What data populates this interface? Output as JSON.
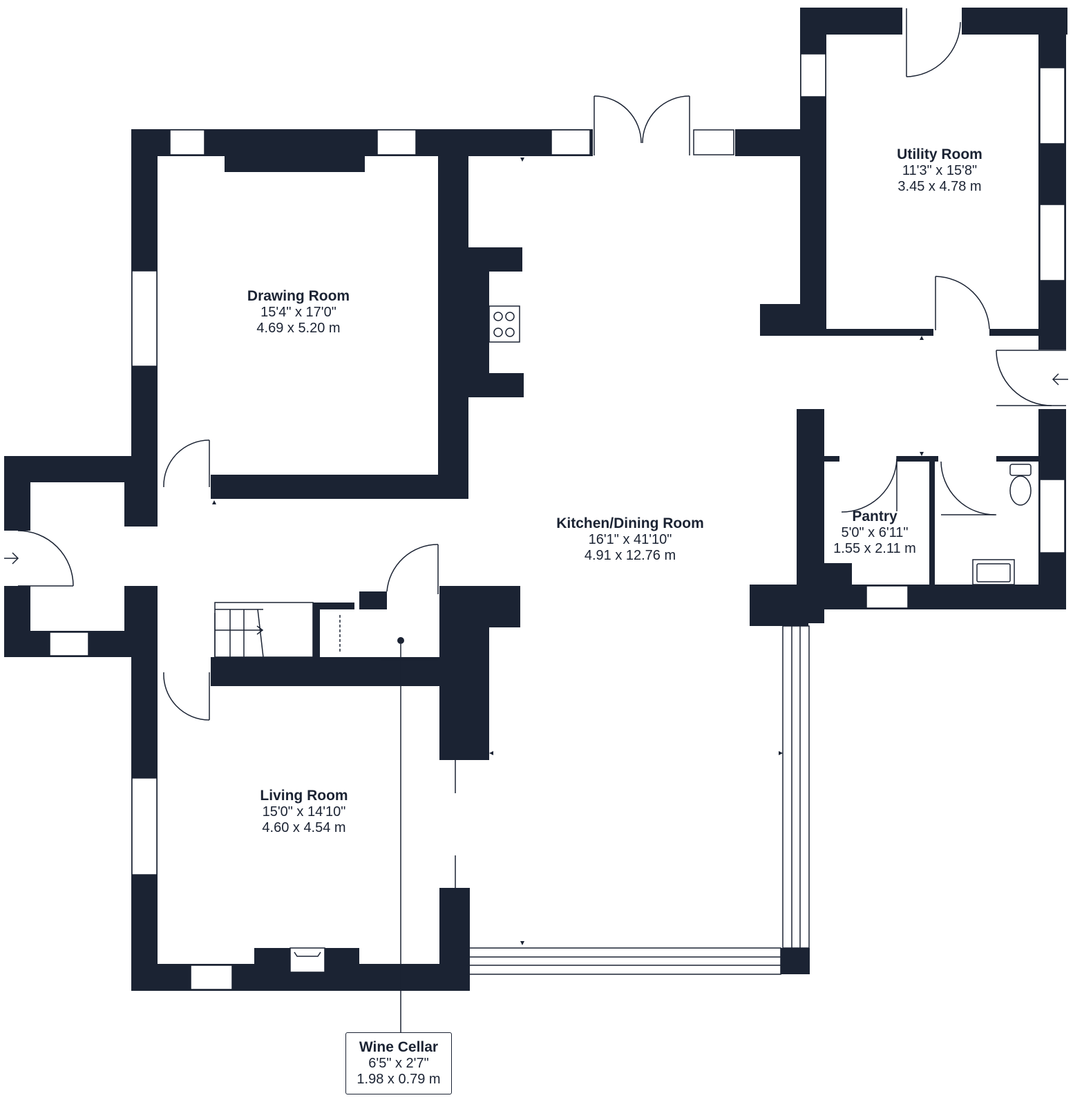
{
  "colors": {
    "wall": "#1b2333",
    "background": "#ffffff"
  },
  "rooms": [
    {
      "id": "drawing-room",
      "name": "Drawing Room",
      "imperial": "15'4\" x 17'0\"",
      "metric": "4.69 x 5.20 m"
    },
    {
      "id": "kitchen-dining-room",
      "name": "Kitchen/Dining Room",
      "imperial": "16'1\" x 41'10\"",
      "metric": "4.91 x 12.76 m"
    },
    {
      "id": "utility-room",
      "name": "Utility Room",
      "imperial": "11'3\" x 15'8\"",
      "metric": "3.45 x 4.78 m"
    },
    {
      "id": "pantry",
      "name": "Pantry",
      "imperial": "5'0\" x 6'11\"",
      "metric": "1.55 x 2.11 m"
    },
    {
      "id": "living-room",
      "name": "Living Room",
      "imperial": "15'0\" x 14'10\"",
      "metric": "4.60 x 4.54 m"
    },
    {
      "id": "wine-cellar",
      "name": "Wine Cellar",
      "imperial": "6'5\" x 2'7\"",
      "metric": "1.98 x 0.79 m"
    }
  ],
  "icons": {
    "entrance_west": "entrance-arrow-right-icon",
    "entrance_east": "entrance-arrow-left-icon",
    "hob": "hob-icon",
    "toilet": "toilet-icon",
    "sink": "sink-icon",
    "stairs": "stairs-icon"
  }
}
